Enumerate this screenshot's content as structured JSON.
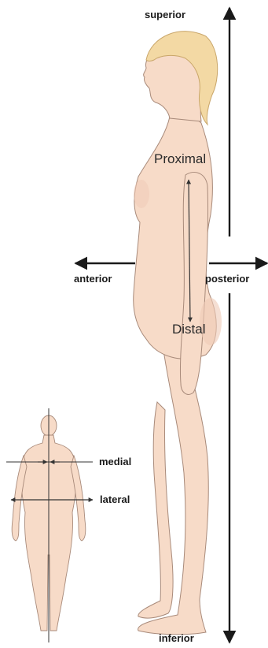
{
  "labels": {
    "superior": "superior",
    "inferior": "inferior",
    "anterior": "anterior",
    "posterior": "posterior",
    "proximal": "Proximal",
    "distal": "Distal",
    "medial": "medial",
    "lateral": "lateral"
  },
  "colors": {
    "skin": "#f7dbc8",
    "skin_outline": "#a88a7a",
    "hair": "#f3d9a4",
    "arrow": "#1a1a1a"
  }
}
